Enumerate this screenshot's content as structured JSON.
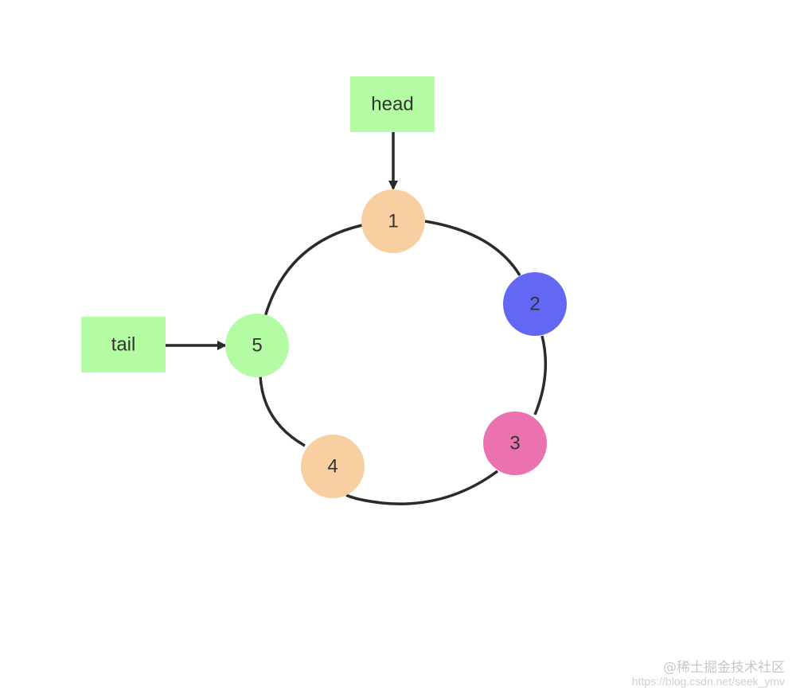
{
  "pointers": [
    {
      "id": "head",
      "label": "head",
      "color": "#b3fca3"
    },
    {
      "id": "tail",
      "label": "tail",
      "color": "#b3fca3"
    }
  ],
  "nodes": [
    {
      "id": "node-1",
      "label": "1",
      "color": "#f8cfa0"
    },
    {
      "id": "node-2",
      "label": "2",
      "color": "#6268f4"
    },
    {
      "id": "node-3",
      "label": "3",
      "color": "#ec71af"
    },
    {
      "id": "node-4",
      "label": "4",
      "color": "#f8cfa0"
    },
    {
      "id": "node-5",
      "label": "5",
      "color": "#b3fca3"
    }
  ],
  "colors": {
    "line": "#2b2b2b",
    "text": "#333333"
  },
  "watermark": {
    "main": "@稀土掘金技术社区",
    "sub": "https://blog.csdn.net/seek_ymv"
  }
}
